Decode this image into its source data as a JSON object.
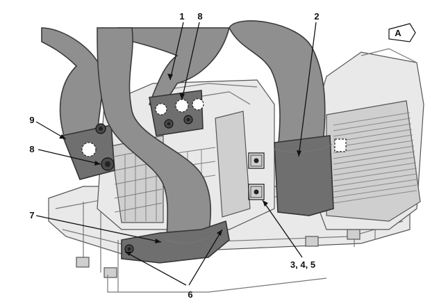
{
  "view_label": "A",
  "callouts": {
    "c1": "1",
    "c2": "2",
    "c345": "3, 4, 5",
    "c6": "6",
    "c7": "7",
    "c8_top": "8",
    "c8_left": "8",
    "c9": "9"
  }
}
